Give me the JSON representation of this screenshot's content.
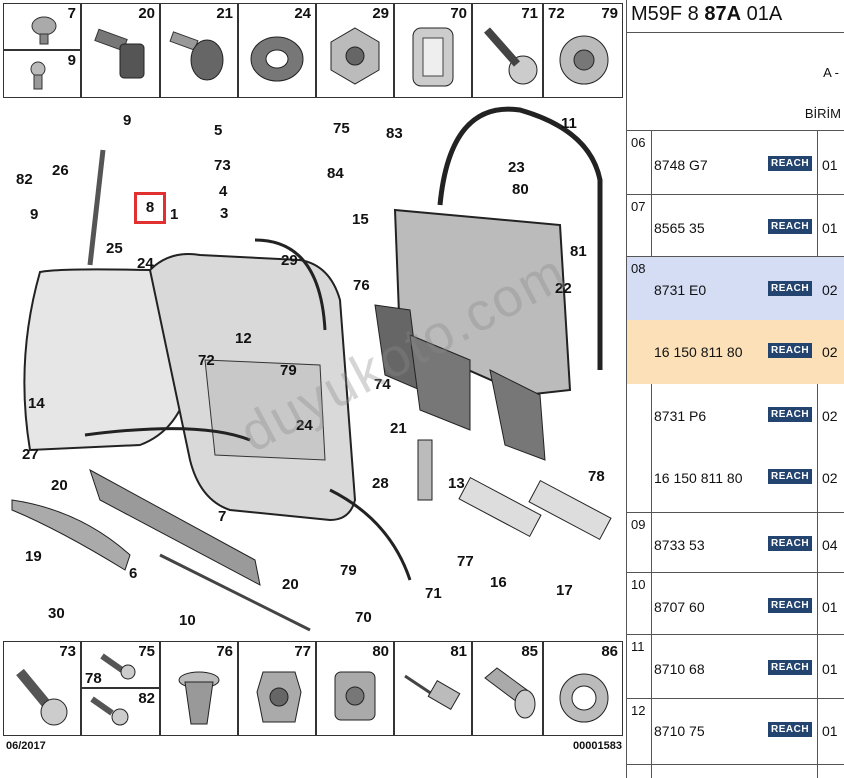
{
  "diagram": {
    "top_thumbs": [
      "7",
      "20",
      "21",
      "24",
      "29",
      "70",
      "71",
      "72",
      "79",
      "9"
    ],
    "bottom_thumbs": [
      "73",
      "75",
      "78",
      "82",
      "76",
      "77",
      "80",
      "81",
      "85",
      "86"
    ],
    "labels": [
      "9",
      "26",
      "82",
      "9",
      "8",
      "1",
      "25",
      "24",
      "5",
      "75",
      "73",
      "4",
      "3",
      "29",
      "72",
      "12",
      "79",
      "83",
      "84",
      "23",
      "80",
      "11",
      "15",
      "76",
      "81",
      "22",
      "14",
      "27",
      "24",
      "74",
      "21",
      "28",
      "13",
      "20",
      "19",
      "6",
      "7",
      "20",
      "79",
      "70",
      "71",
      "77",
      "16",
      "78",
      "17",
      "30",
      "10"
    ],
    "watermark": "duyukoto.com",
    "date": "06/2017",
    "code": "00001583"
  },
  "panel": {
    "title_prefix": "M59F 8 ",
    "title_bold": "87A",
    "title_suffix": " 01A",
    "sub_a": "A -",
    "birim": "BİRİM",
    "reach_label": "REACH",
    "rows": [
      {
        "idx": "06",
        "ref": "8748 G7",
        "qty": "01"
      },
      {
        "idx": "07",
        "ref": "8565 35",
        "qty": "01"
      },
      {
        "idx": "08",
        "ref": "8731 E0",
        "qty": "02"
      },
      {
        "idx": "",
        "ref": "16 150 811 80",
        "qty": "02"
      },
      {
        "idx": "",
        "ref": "8731 P6",
        "qty": "02"
      },
      {
        "idx": "",
        "ref": "16 150 811 80",
        "qty": "02"
      },
      {
        "idx": "09",
        "ref": "8733 53",
        "qty": "04"
      },
      {
        "idx": "10",
        "ref": "8707 60",
        "qty": "01"
      },
      {
        "idx": "11",
        "ref": "8710 68",
        "qty": "01"
      },
      {
        "idx": "12",
        "ref": "8710 75",
        "qty": "01"
      }
    ]
  }
}
